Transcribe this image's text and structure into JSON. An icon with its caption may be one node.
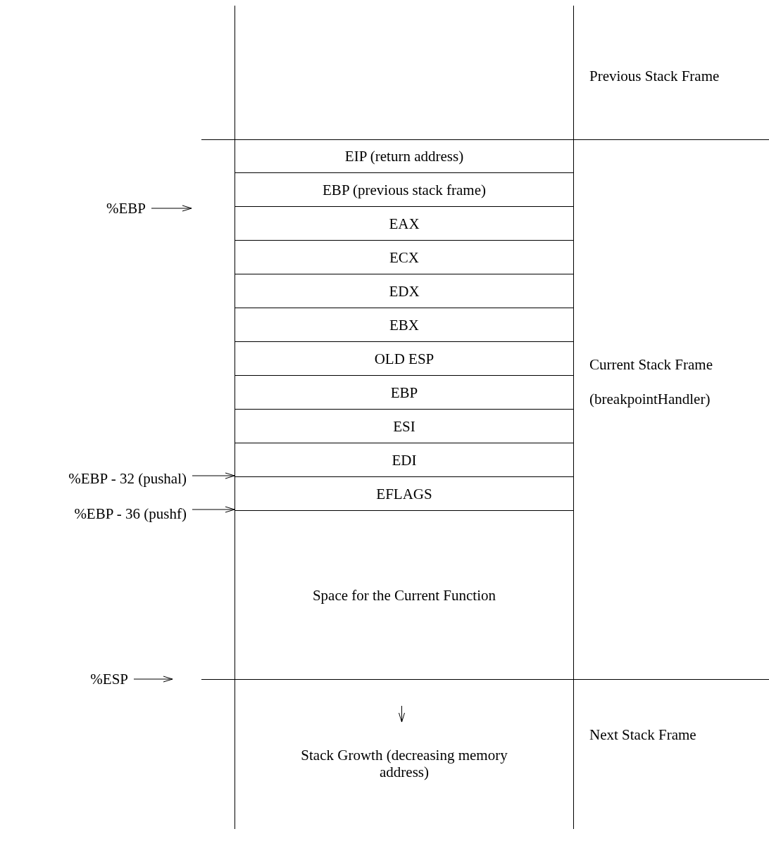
{
  "diagram": {
    "nodes": [
      {
        "text": [
          "EIP  (return address)"
        ]
      },
      {
        "text": [
          "EBP (previous stack frame)"
        ]
      },
      {
        "text": [
          "EAX"
        ]
      },
      {
        "text": [
          "ECX"
        ]
      },
      {
        "text": [
          "EDX"
        ]
      },
      {
        "text": [
          "EBX"
        ]
      },
      {
        "text": [
          "OLD ESP"
        ]
      },
      {
        "text": [
          "EBP"
        ]
      },
      {
        "text": [
          "ESI"
        ]
      },
      {
        "text": [
          "EDI"
        ]
      },
      {
        "text": [
          "EFLAGS"
        ]
      },
      {
        "text": [
          "Space for the Current Function"
        ]
      },
      {
        "text": [
          "Stack Growth (decreasing memory address)"
        ]
      },
      {
        "text": [
          "%EBP"
        ]
      },
      {
        "text": [
          "%EBP - 32 (pushal)"
        ]
      },
      {
        "text": [
          "%EBP - 36 (pushf)"
        ]
      },
      {
        "text": [
          "%ESP"
        ]
      }
    ],
    "edges": [
      {
        "from": 13,
        "to": null,
        "arrow": "to"
      },
      {
        "from": 14,
        "to": 9,
        "arrow": "to"
      },
      {
        "from": 15,
        "to": 10,
        "arrow": "to"
      },
      {
        "from": 16,
        "to": null,
        "arrow": "to"
      }
    ],
    "labels": [
      "Previous Stack Frame",
      "Current Stack Frame",
      "(breakpointHandler)",
      "Next Stack Frame"
    ]
  }
}
